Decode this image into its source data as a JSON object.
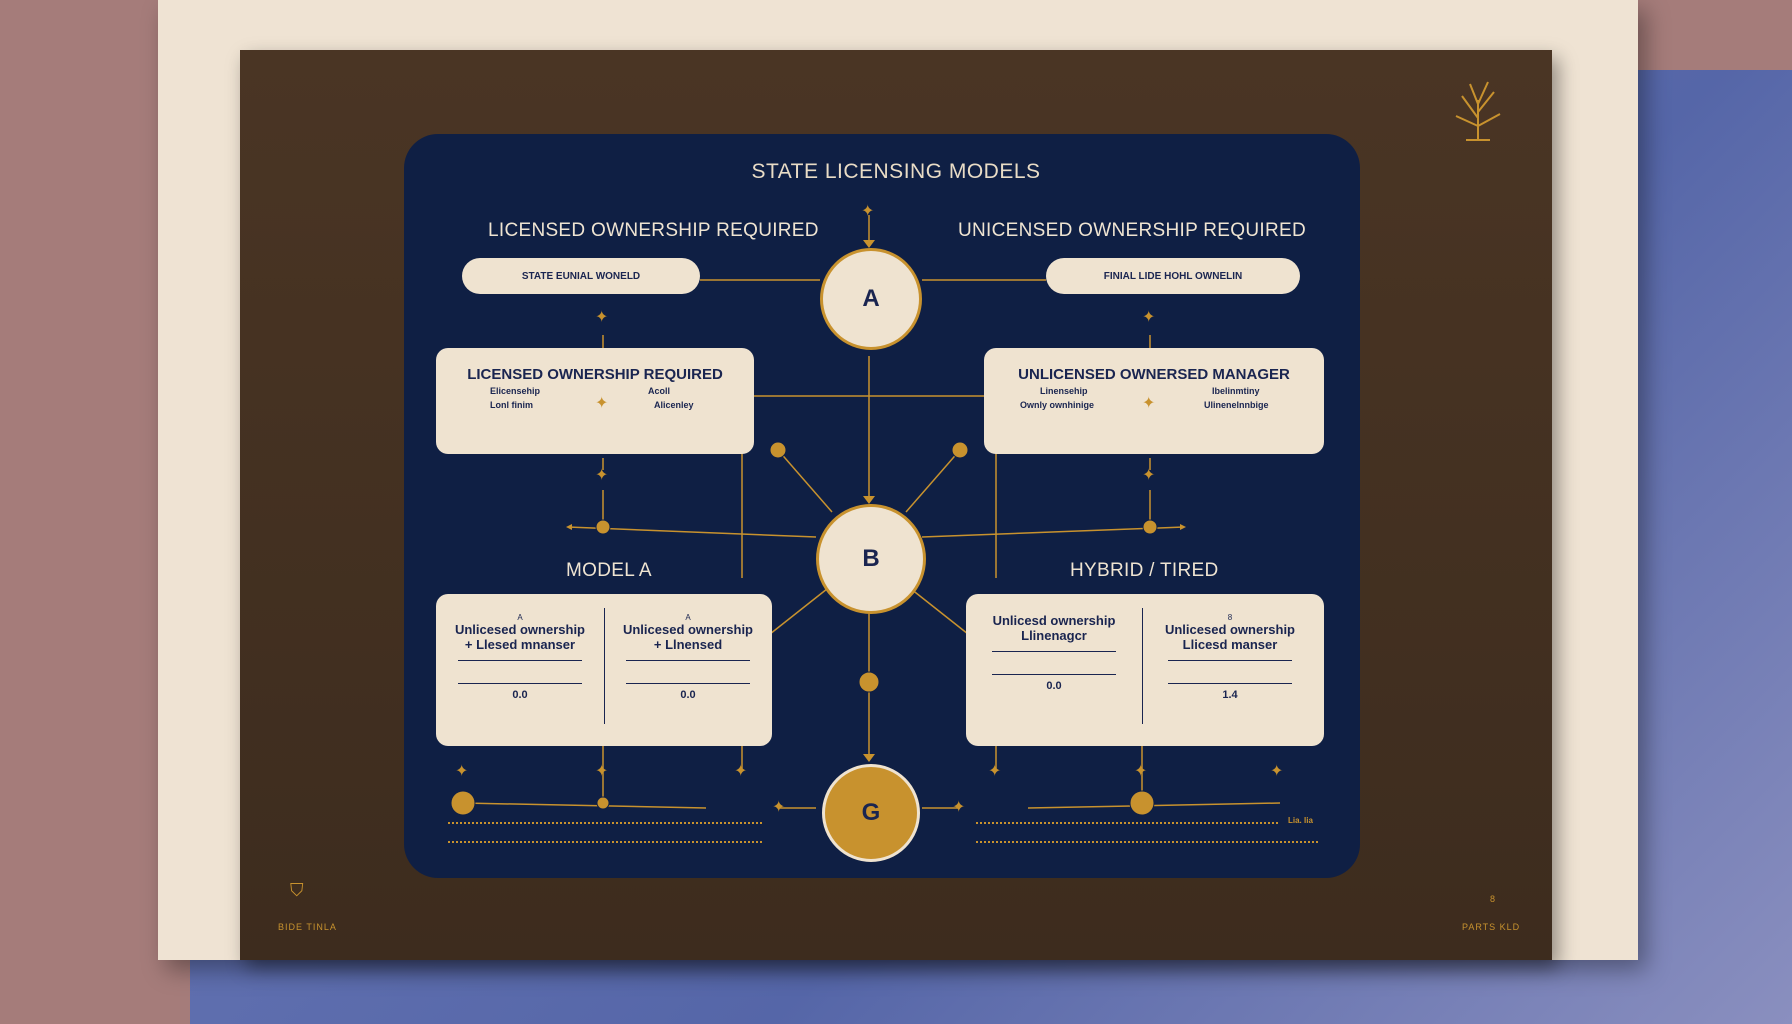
{
  "title": "STATE LICENSING MODELS",
  "headers": {
    "top_left": "LICENSED OWNERSHIP REQUIRED",
    "top_right": "UNICENSED OWNERSHIP REQUIRED",
    "mid_left": "MODEL A",
    "mid_right": "HYBRID / TIRED"
  },
  "pills": {
    "left": "STATE EUNIAL WONELD",
    "right": "FINIAL LIDE HOHL OWNELIN"
  },
  "cards": {
    "top_left": {
      "title": "LICENSED OWNERSHIP REQUIRED",
      "labels": [
        "Elicensehip",
        "Lonl finim",
        "Acoll",
        "Alicenley"
      ]
    },
    "top_right": {
      "title": "UNLICENSED OWNERSED MANAGER",
      "labels": [
        "Linensehip",
        "Ownly ownhinige",
        "Ibelinmtiny",
        "Ulinenelnnbige"
      ]
    },
    "bottom_left": [
      {
        "mark": "A",
        "line1": "Unlicesed ownership",
        "line2": "+ Llesed mnanser",
        "num": "0.0"
      },
      {
        "mark": "A",
        "line1": "Unlicesed ownership",
        "line2": "+ Llnensed",
        "num": "0.0"
      }
    ],
    "bottom_right": [
      {
        "mark": "",
        "line1": "Unlicesd ownership",
        "line2": "Llinenagcr",
        "num": "0.0"
      },
      {
        "mark": "8",
        "line1": "Unlicesed ownership",
        "line2": "Llicesd manser",
        "num": "1.4"
      }
    ]
  },
  "nodes": {
    "a": "A",
    "b": "B",
    "g": "G"
  },
  "footer": {
    "left": "BIDE TINLA",
    "right": "PARTS KLD",
    "marker": "8",
    "bottom_right_tiny": "Lia. Iia"
  },
  "colors": {
    "panel": "#0f1f44",
    "gold": "#c8922e",
    "cream": "#efe3d0",
    "board": "#3d2c1e"
  }
}
